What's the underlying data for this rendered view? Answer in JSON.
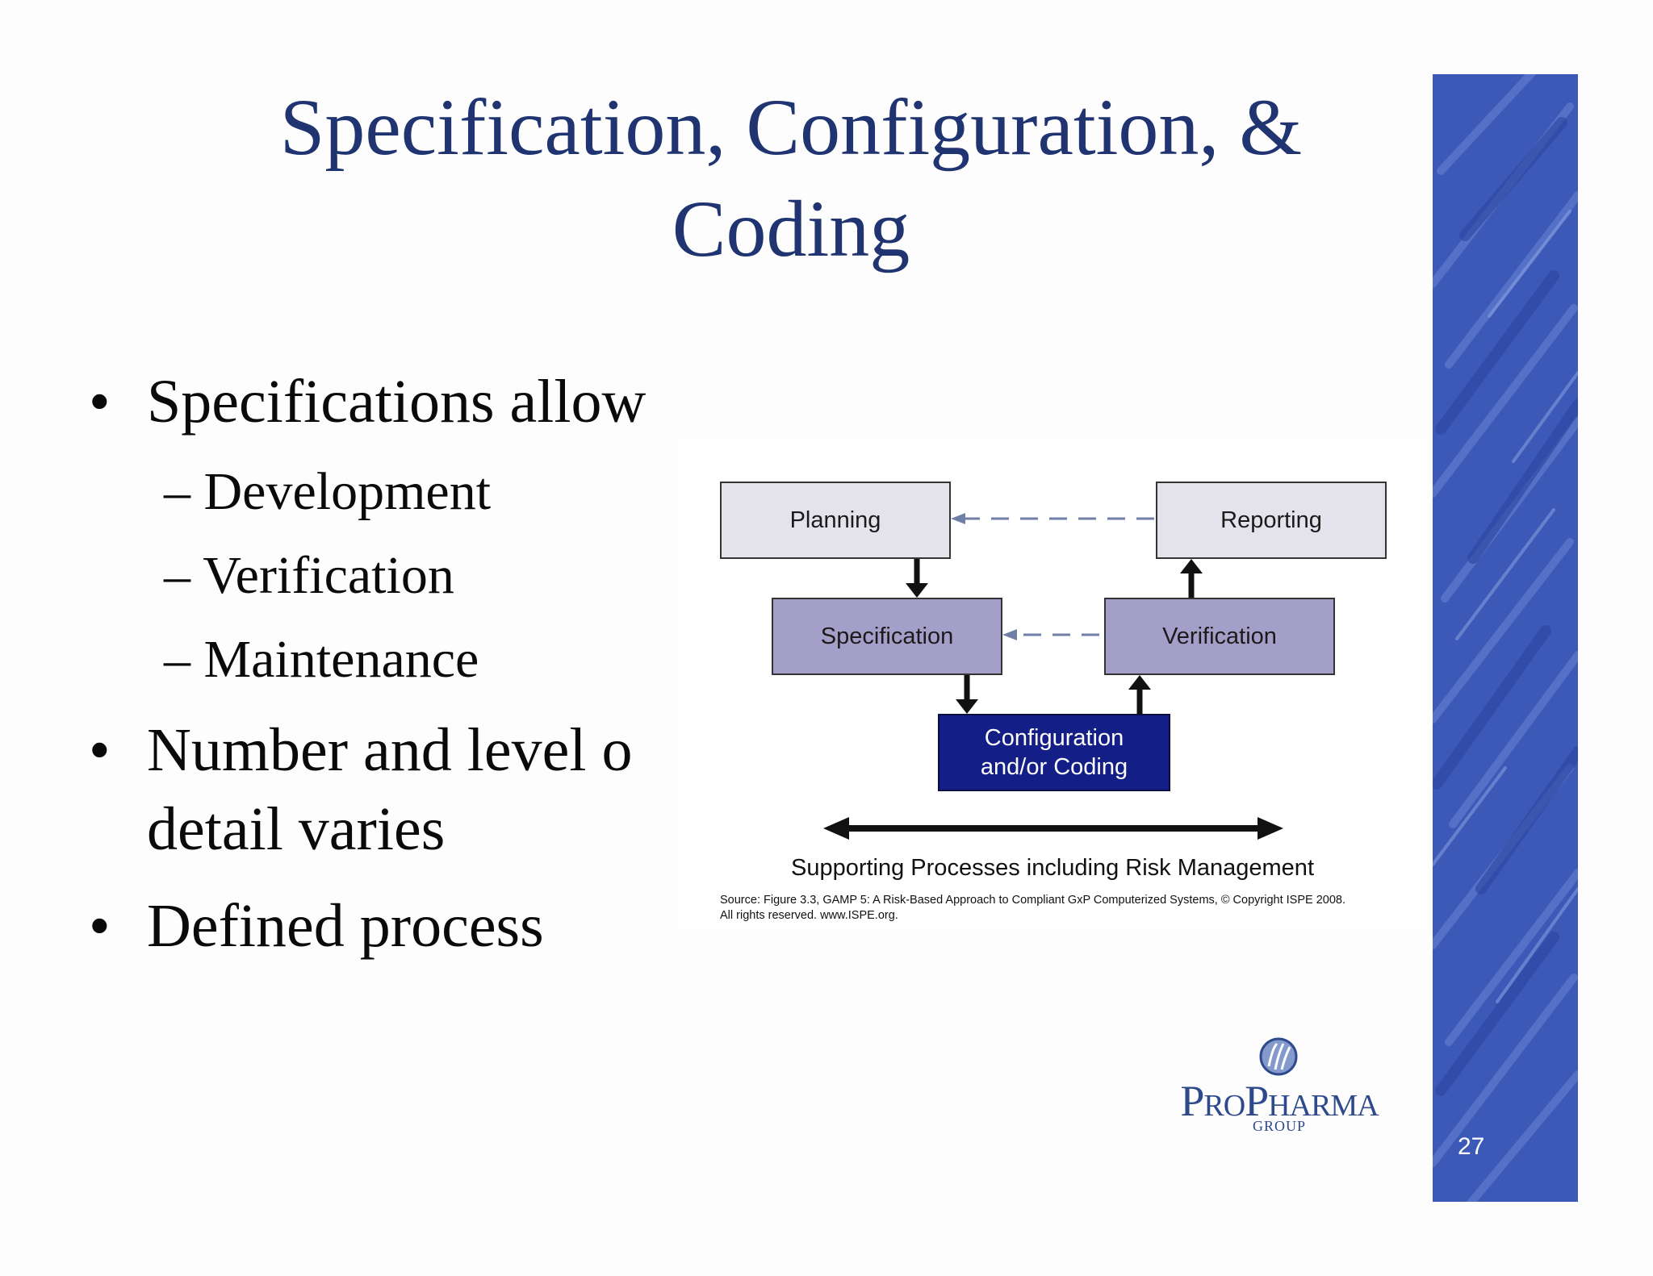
{
  "slide": {
    "title_line1": "Specification, Configuration, &",
    "title_line2": "Coding",
    "bullets": [
      {
        "text": "Specifications allow",
        "sub": [
          "Development",
          "Verification",
          "Maintenance"
        ]
      },
      {
        "text_line1": "Number and level o",
        "text_line2": "detail varies"
      },
      {
        "text": "Defined process"
      }
    ],
    "bullet_char": "•",
    "dash_char": "–",
    "page_number": "27"
  },
  "diagram": {
    "boxes": {
      "planning": "Planning",
      "reporting": "Reporting",
      "specification": "Specification",
      "verification": "Verification",
      "config_line1": "Configuration",
      "config_line2": "and/or Coding"
    },
    "supporting": "Supporting Processes including Risk Management",
    "source_line1": "Source: Figure 3.3, GAMP 5: A Risk-Based Approach to Compliant GxP Computerized Systems, © Copyright ISPE 2008.",
    "source_line2": "All rights reserved. www.ISPE.org."
  },
  "logo": {
    "name": "ProPharma",
    "sub": "GROUP"
  },
  "colors": {
    "title": "#1f3470",
    "band": "#3c59b8",
    "navy_box": "#131f86",
    "purple_box": "#a49fc8",
    "grey_box": "#e4e3ec"
  }
}
